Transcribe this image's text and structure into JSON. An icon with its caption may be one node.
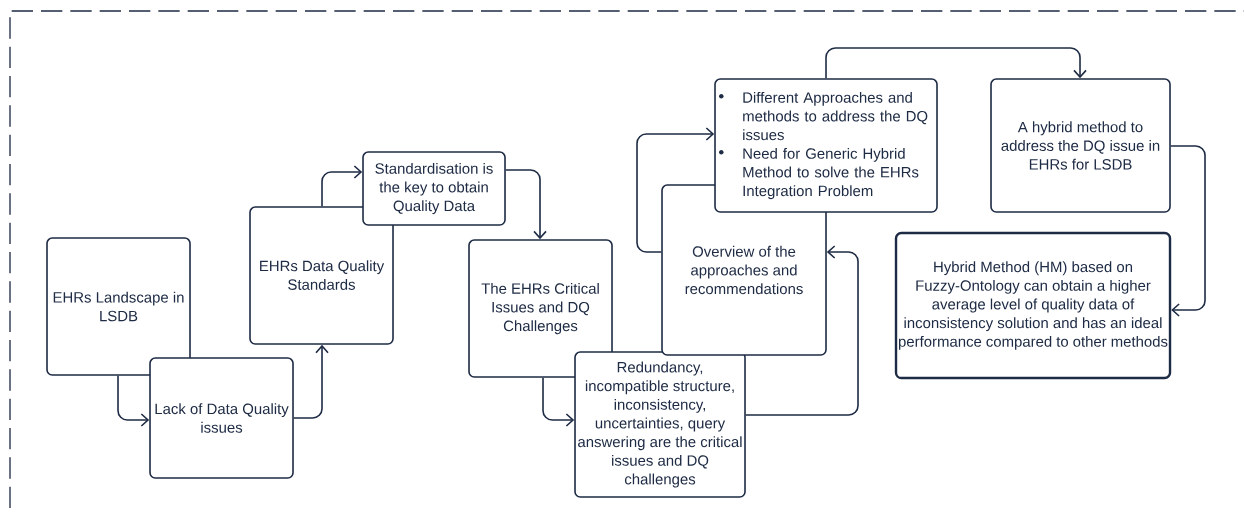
{
  "diagram": {
    "nodes": [
      {
        "text": [
          "EHRs Landscape in LSDB"
        ]
      },
      {
        "text": [
          "Lack of Data Quality issues"
        ]
      },
      {
        "text": [
          "EHRs Data Quality Standards"
        ]
      },
      {
        "text": [
          "Standardisation is the key to obtain Quality Data"
        ]
      },
      {
        "text": [
          "The EHRs Critical Issues and DQ Challenges"
        ]
      },
      {
        "text": [
          "Redundancy, incompatible structure, inconsistency, uncertainties, query answering are the critical issues and DQ challenges"
        ]
      },
      {
        "text": [
          "Overview of the approaches and recommendations"
        ]
      },
      {
        "text": [
          "Different Approaches and methods to address the DQ issues",
          "Need for Generic Hybrid Method to solve the EHRs Integration Problem"
        ]
      },
      {
        "text": [
          "A hybrid method to address the DQ issue in EHRs for LSDB"
        ]
      },
      {
        "text": [
          "Hybrid Method (HM) based on Fuzzy-Ontology can obtain a higher average level of quality data of inconsistency solution and has an ideal performance compared to other methods"
        ]
      }
    ],
    "edges": [
      {
        "from": 0,
        "to": 1,
        "arrow": "to"
      },
      {
        "from": 1,
        "to": 2,
        "arrow": "to"
      },
      {
        "from": 2,
        "to": 3,
        "arrow": "to"
      },
      {
        "from": 3,
        "to": 4,
        "arrow": "to"
      },
      {
        "from": 4,
        "to": 5,
        "arrow": "to"
      },
      {
        "from": 5,
        "to": 6,
        "arrow": "to"
      },
      {
        "from": 6,
        "to": 7,
        "arrow": "to"
      },
      {
        "from": 7,
        "to": 8,
        "arrow": "to"
      },
      {
        "from": 8,
        "to": 9,
        "arrow": "to"
      }
    ]
  }
}
